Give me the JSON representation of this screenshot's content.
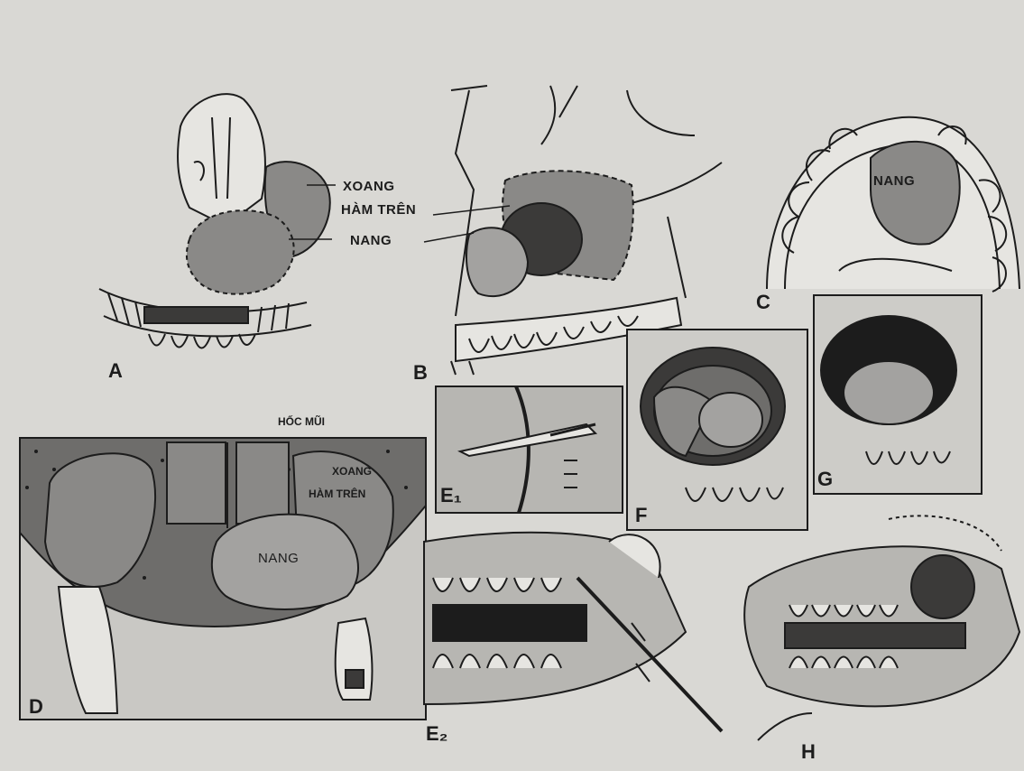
{
  "labels": {
    "xoang": "XOANG",
    "ham_tren": "HÀM TRÊN",
    "nang": "NANG",
    "hoc_mui": "HỐC MŨI",
    "panel_a": "A",
    "panel_b": "B",
    "panel_c": "C",
    "panel_d": "D",
    "panel_e1": "E₁",
    "panel_e2": "E₂",
    "panel_f": "F",
    "panel_g": "G",
    "panel_h": "H"
  },
  "colors": {
    "paper": "#d9d8d4",
    "ink": "#1c1c1c",
    "sinus_fill": "#8a8987",
    "cyst_fill": "#a3a2a0",
    "dark_fill": "#3b3a39"
  }
}
